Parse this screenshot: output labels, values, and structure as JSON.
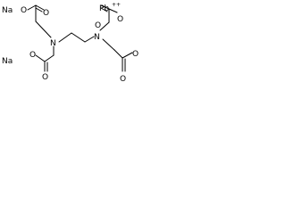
{
  "molecule": {
    "counterions": {
      "sodium_1": "Na",
      "sodium_2": "Na",
      "lead": "Pb",
      "lead_charge": "++"
    },
    "atoms": {
      "n1": "N",
      "n2": "N",
      "o_top_left_carbonyl": "O",
      "o_top_left_oxide": "O",
      "o_bottom_left_carbonyl": "O",
      "o_bottom_left_oxide": "O",
      "o_top_right_carbonyl": "O",
      "o_top_right_oxide": "O",
      "o_bottom_right_carbonyl": "O",
      "o_bottom_right_oxide": "O"
    },
    "charges": {
      "minus": "-"
    },
    "colors": {
      "bond": "#000000",
      "text": "#000000",
      "background": "#ffffff"
    }
  }
}
